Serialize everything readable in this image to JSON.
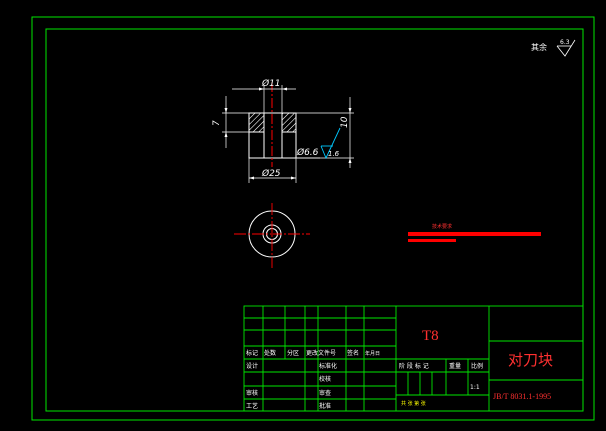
{
  "colors": {
    "frame": "#00e600",
    "part": "#ffffff",
    "center": "#ff0000",
    "dim": "#ffffff",
    "rough": "#00c8ff",
    "material": "#ff3030",
    "title": "#ff3030",
    "note_bar": "#ff0000"
  },
  "roughness": {
    "other": "其余",
    "other_value": "6.3",
    "surface_value": "1.6"
  },
  "dimensions": {
    "d_top": "Ø11",
    "d_hole": "Ø6.6",
    "d_bottom": "Ø25",
    "height_total": "10",
    "height_step": "7"
  },
  "notes": {
    "tech_req": "技术要求"
  },
  "title_block": {
    "material": "T8",
    "part_name": "对刀块",
    "standard": "JB/T 8031.1-1995",
    "scale": "1:1",
    "header_labels": {
      "mark": "标记",
      "count": "处数",
      "zone": "分区",
      "change_doc": "更改文件号",
      "signature": "签名",
      "date": "年月日"
    },
    "row_labels": {
      "design": "设计",
      "standardize": "标准化",
      "check": "审核",
      "craft": "工艺",
      "proofread": "校核",
      "approve": "批准",
      "review": "审查"
    },
    "stage_labels": {
      "stage_mark": "阶 段 标 记",
      "weight": "重量",
      "scale_label": "比例",
      "sheets": "共 张 第 张"
    }
  }
}
